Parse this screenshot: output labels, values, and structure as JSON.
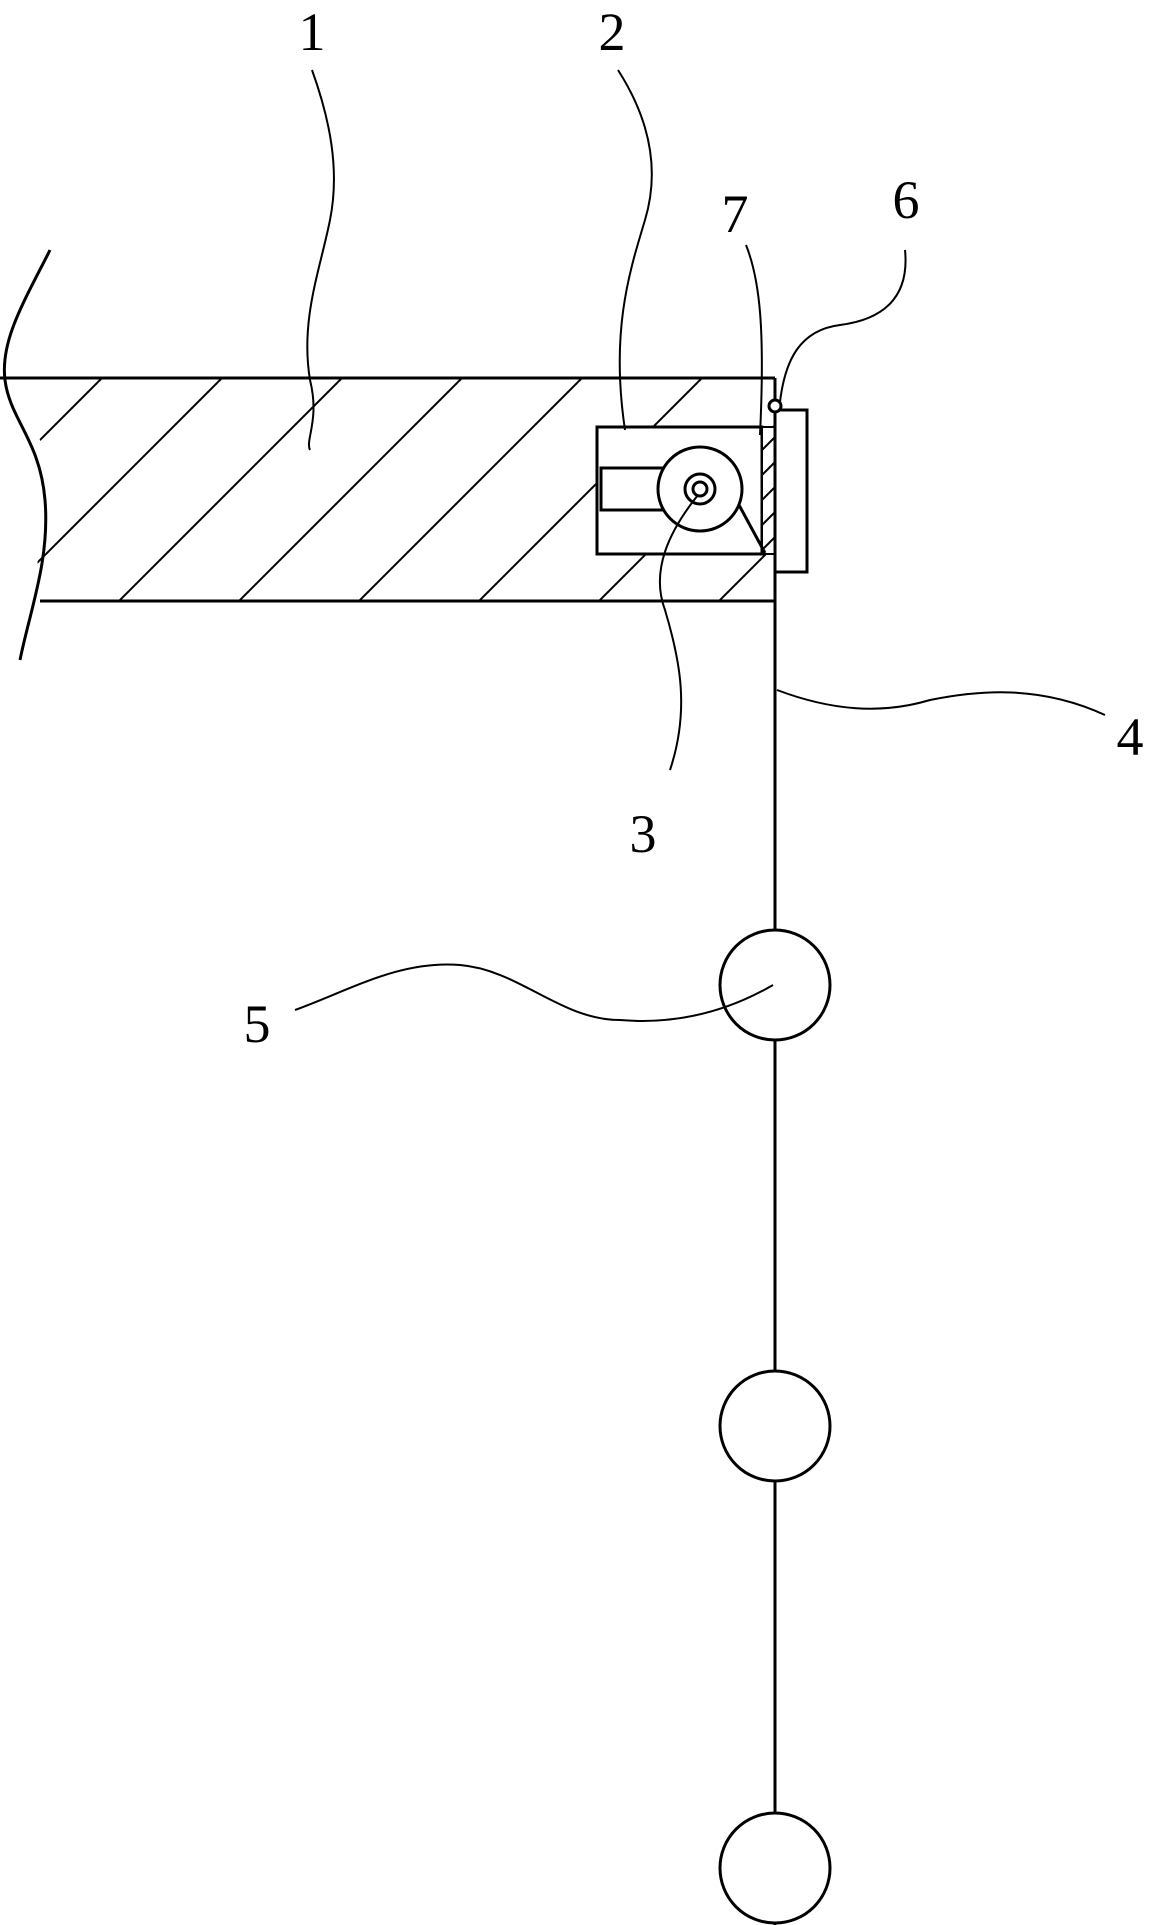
{
  "labels": {
    "part_1": "1",
    "part_2": "2",
    "part_3": "3",
    "part_4": "4",
    "part_5": "5",
    "part_6": "6",
    "part_7": "7"
  },
  "colors": {
    "line": "#000000",
    "background": "#ffffff"
  }
}
